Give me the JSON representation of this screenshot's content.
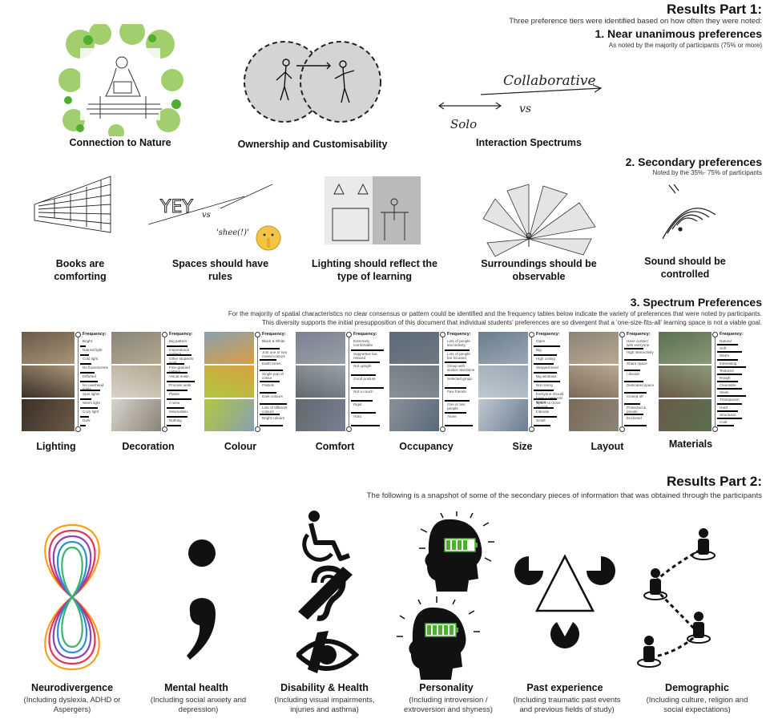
{
  "part1": {
    "title": "Results Part 1:",
    "subtitle": "Three preference tiers were identified based on how often they were noted:",
    "tier1": {
      "title": "1.  Near unanimous preferences",
      "note": "As noted by the majority of participants (75% or more)",
      "items": [
        {
          "label": "Connection to Nature",
          "icon": "reading-under-tree-sketch"
        },
        {
          "label": "Ownership and Customisability",
          "icon": "two-circles-figures-sketch"
        },
        {
          "label": "Interaction Spectrums",
          "icon": "collaborative-vs-solo-sketch"
        }
      ],
      "sketch_text": {
        "collab": "Collaborative",
        "vs": "vs",
        "solo": "Solo"
      }
    },
    "tier2": {
      "title": "2.  Secondary preferences",
      "note": "Noted by the 35%- 75% of participants",
      "items": [
        {
          "line1": "Books are",
          "line2": "comforting",
          "icon": "bookshelf-sketch"
        },
        {
          "line1": "Spaces should have",
          "line2": "rules",
          "icon": "yey-shush-sketch"
        },
        {
          "line1": "Lighting should reflect the",
          "line2": "type of learning",
          "icon": "lamps-room-sketch"
        },
        {
          "line1": "Surroundings should be",
          "line2": "observable",
          "icon": "fan-view-sketch"
        },
        {
          "line1": "Sound should be",
          "line2": "controlled",
          "icon": "sound-waves-sketch"
        }
      ],
      "sketch_text": {
        "yey": "YEY",
        "vs": "vs",
        "shee": "'shee(!)'"
      }
    },
    "tier3": {
      "title": "3.  Spectrum  Preferences",
      "note1": "For the majority of spatial characteristics no clear consensus or pattern could be identified  and the frequency tables below indicate the variety of preferences that were noted by participants.",
      "note2": "This diversity supports the initial presupposition of this document that individual students' preferences are so divergent that a 'one-size-fits-all' learning space is not a viable goal.",
      "freq_heading": "Frequency:",
      "categories": [
        {
          "label": "Lighting",
          "items": [
            "Bright",
            "Natural light",
            "Cold light",
            "No fluorescents",
            "Diffused",
            "No overhead lights",
            "Spot lights",
            "Warm light",
            "Cozy light",
            "Dark"
          ],
          "bars": [
            0.2,
            0.3,
            0.4,
            0.5,
            0.6,
            0.7,
            0.4,
            0.6,
            0.3,
            0.2
          ]
        },
        {
          "label": "Decoration",
          "items": [
            "Big pattern",
            "Inspirational content",
            "Other students' work",
            "Fine-grained pattern",
            "Visual noise",
            "Process work",
            "Plants",
            "A view",
            "Minimalistic",
            "Nothing"
          ],
          "bars": [
            0.6,
            0.7,
            0.5,
            0.6,
            0.8,
            0.6,
            0.7,
            0.5,
            0.6,
            0.4
          ]
        },
        {
          "label": "Colour",
          "items": [
            "Black & White",
            "Just one or two muted colours",
            "Earth tones",
            "Single pop of colour",
            "Pastels",
            "Dark colours",
            "Lots of different colours",
            "Bright colours"
          ],
          "bars": [
            0.6,
            0.5,
            0.7,
            0.6,
            0.5,
            0.8,
            0.6,
            0.7
          ]
        },
        {
          "label": "Comfort",
          "items": [
            "Extremely comfortable",
            "Supportive but relaxed",
            "Not upright",
            "Good posture",
            "Not a couch",
            "Rigid",
            "Hard"
          ],
          "bars": [
            0.9,
            0.8,
            0.7,
            0.9,
            0.6,
            0.7,
            0.8
          ]
        },
        {
          "label": "Occupancy",
          "items": [
            "Lots of people and activity",
            "Lots of people but focused",
            "Group with similar intentions",
            "Selected group",
            "Few friends",
            "One or two people",
            "Alone"
          ],
          "bars": [
            0.8,
            0.7,
            0.8,
            0.7,
            0.8,
            0.7,
            0.9
          ]
        },
        {
          "label": "Size",
          "items": [
            "Open",
            "Big",
            "High ceiling",
            "Stepped level",
            "Big windows",
            "Not roomy",
            "Everyone should have a personal space",
            "Space to move around",
            "Intimate",
            "Small"
          ],
          "bars": [
            0.8,
            0.7,
            0.6,
            0.7,
            0.8,
            0.6,
            0.7,
            0.6,
            0.7,
            0.5
          ]
        },
        {
          "label": "Layout",
          "items": [
            "Have contact with everyone",
            "High interactivity",
            "Share space",
            "I decide",
            "Dedicated space",
            "Closed off",
            "Protected & private",
            "Enclosed"
          ],
          "bars": [
            0.6,
            0.7,
            0.5,
            0.6,
            0.7,
            0.5,
            0.6,
            0.7
          ]
        },
        {
          "label": "Materials",
          "items": [
            "Natural",
            "Soft",
            "Warm",
            "Interesting",
            "Textured",
            "Rough",
            "Cleanable",
            "Sleek",
            "Transparent",
            "Hard",
            "Structural",
            "Cold"
          ],
          "bars": [
            0.5,
            0.6,
            0.5,
            0.7,
            0.6,
            0.5,
            0.6,
            0.7,
            0.6,
            0.5,
            0.6,
            0.4
          ]
        }
      ]
    }
  },
  "part2": {
    "title": "Results Part 2:",
    "subtitle": "The following is a snapshot of some of the secondary pieces of information that was obtained through the participants",
    "items": [
      {
        "label": "Neurodivergence",
        "desc1": "(Including  dyslexia,  ADHD  or",
        "desc2": "Aspergers)",
        "icon": "infinity-eight-icon"
      },
      {
        "label": "Mental health",
        "desc1": "(Including  social anxiety  and",
        "desc2": "depression)",
        "icon": "semicolon-icon"
      },
      {
        "label": "Disability & Health",
        "desc1": "(Including  visual  impairments,",
        "desc2": "injuries and asthma)",
        "icon": "accessibility-icons"
      },
      {
        "label": "Personality",
        "desc1": "(Including      introversion      /",
        "desc2": "extroversion and shyness)",
        "icon": "head-battery-icons"
      },
      {
        "label": "Past experience",
        "desc1": "(Including traumatic past events",
        "desc2": "and previous fields of study)",
        "icon": "kanizsa-triangle-icon"
      },
      {
        "label": "Demographic",
        "desc1": "(Including  culture,  religion  and",
        "desc2": "social expectations)",
        "icon": "people-network-icon"
      }
    ]
  },
  "colors": {
    "accent_green": "#4caf2e",
    "green_light": "#8bc34a",
    "text": "#111111"
  }
}
